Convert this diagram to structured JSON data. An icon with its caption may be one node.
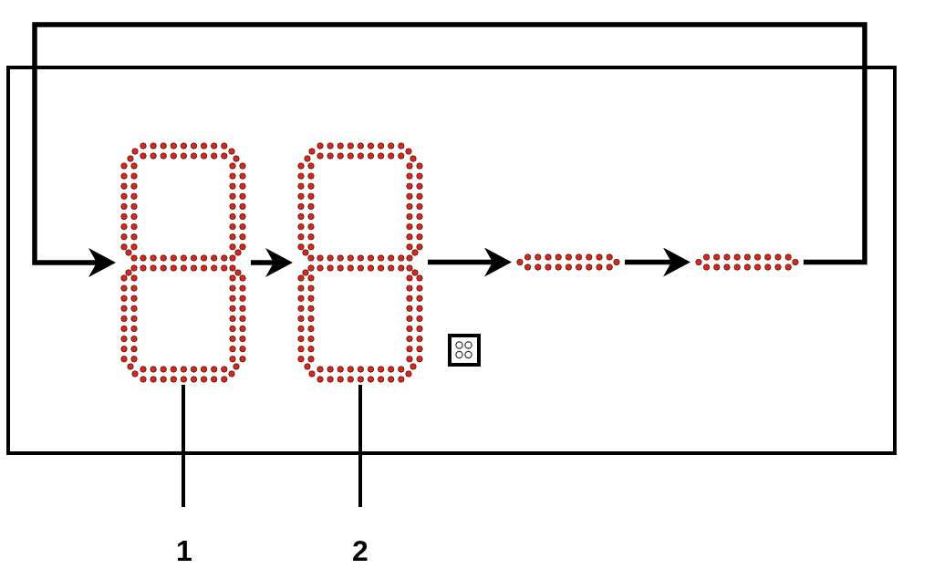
{
  "diagram": {
    "nodes": [
      {
        "text": [],
        "shape": "box"
      },
      {
        "text": [],
        "shape": "picture",
        "in": 0
      },
      {
        "text": [],
        "shape": "picture",
        "in": 0
      },
      {
        "text": [],
        "shape": "bar",
        "in": 0
      },
      {
        "text": [],
        "shape": "bar",
        "in": 0
      },
      {
        "text": [
          "1"
        ]
      },
      {
        "text": [
          "2"
        ]
      }
    ],
    "edges": [
      {
        "from": 4,
        "to": 1,
        "arrow": "to"
      },
      {
        "from": 1,
        "to": 2,
        "arrow": "to"
      },
      {
        "from": 2,
        "to": 3,
        "arrow": "to"
      },
      {
        "from": 3,
        "to": 4,
        "arrow": "to"
      },
      {
        "from": 5,
        "to": 1,
        "arrow": "none"
      },
      {
        "from": 6,
        "to": 2,
        "arrow": "none"
      }
    ]
  }
}
